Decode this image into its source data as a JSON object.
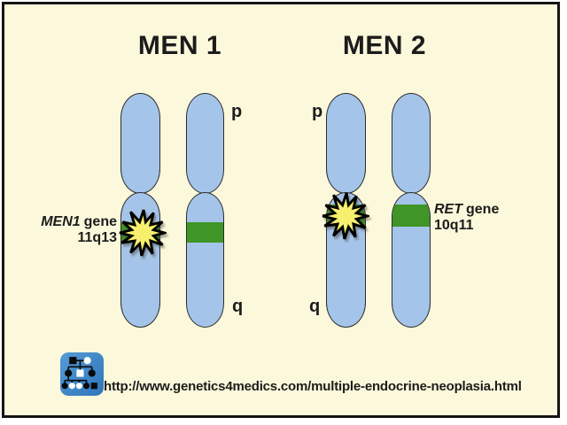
{
  "panels": [
    {
      "title": "MEN 1",
      "gene_name": "MEN1",
      "gene_word": "gene",
      "locus": "11q13",
      "p_arm_label": "p",
      "q_arm_label": "q"
    },
    {
      "title": "MEN 2",
      "gene_name": "RET",
      "gene_word": "gene",
      "locus": "10q11",
      "p_arm_label": "p",
      "q_arm_label": "q"
    }
  ],
  "footer": {
    "url": "http://www.genetics4medics.com/multiple-endocrine-neoplasia.html"
  },
  "icons": {
    "logo": "pedigree-chart-icon",
    "mutation": "starburst-mutation-icon"
  },
  "colors": {
    "background": "#FBF8DB",
    "chromosome_fill": "#A5C4E9",
    "chromosome_outline": "#2D2D2D",
    "gene_band_green": "#3F9526",
    "starburst_yellow": "#F7F06E",
    "starburst_outline": "#000000",
    "logo_blue": "#3E89CC",
    "frame_border": "#151515"
  }
}
